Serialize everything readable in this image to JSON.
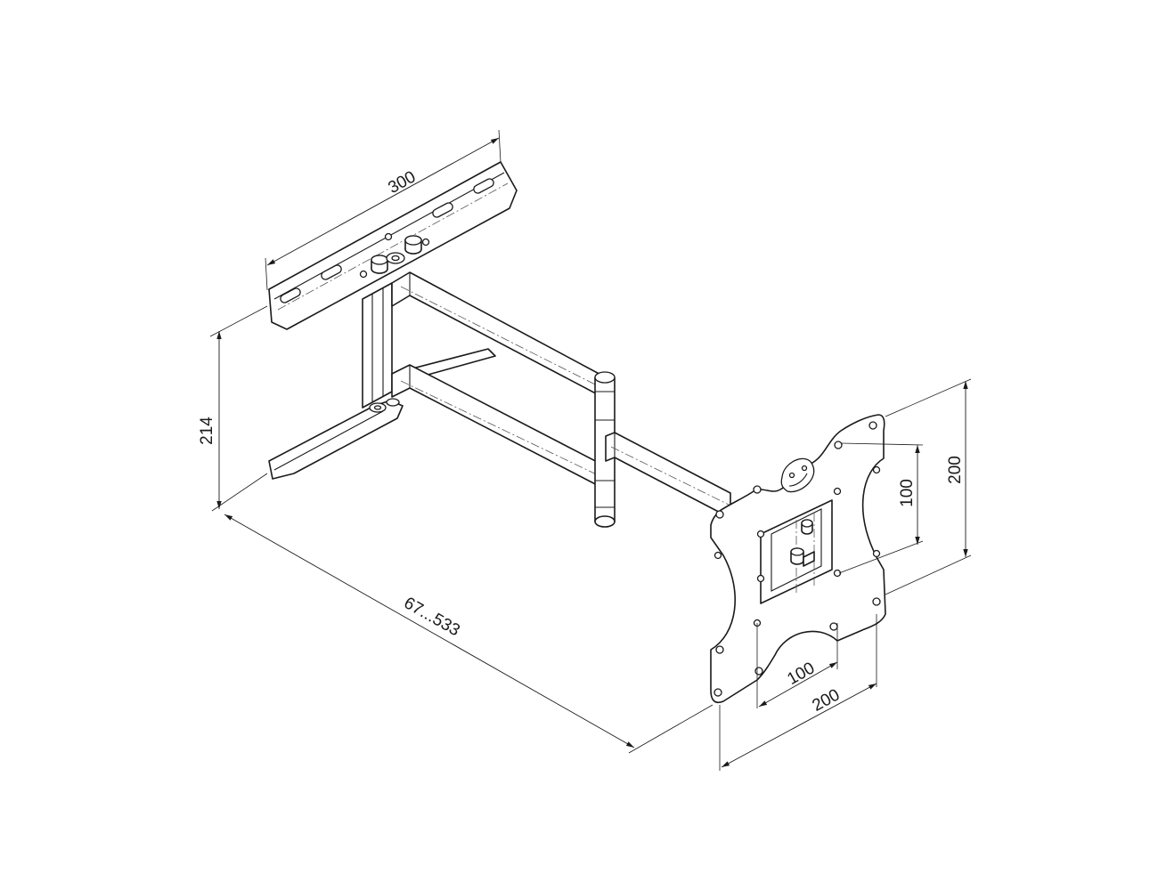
{
  "dimensions": {
    "wall_plate_width": "300",
    "wall_plate_height": "214",
    "arm_extension": "67...533",
    "vesa_vertical_inner": "100",
    "vesa_vertical_outer": "200",
    "vesa_horizontal_inner": "100",
    "vesa_horizontal_outer": "200"
  },
  "colors": {
    "line": "#1a1a1a",
    "background": "#ffffff"
  }
}
